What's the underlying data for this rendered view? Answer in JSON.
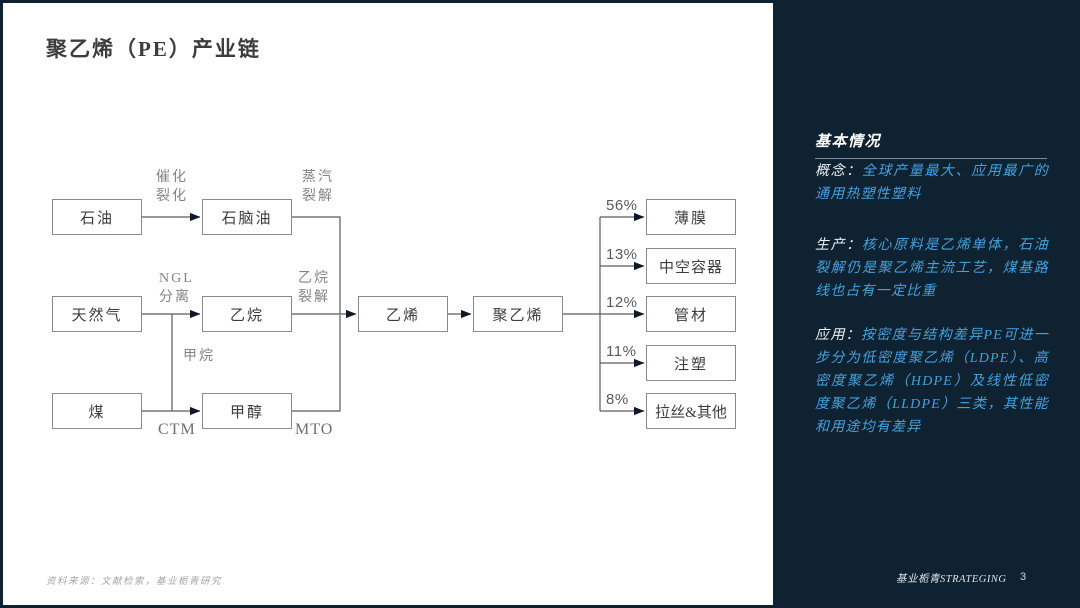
{
  "colors": {
    "navy": "#0e2231",
    "accent_blue": "#46a0dc"
  },
  "slide": {
    "title": "聚乙烯（PE）产业链",
    "source_note": "资料来源：文献检索，基业栀青研究",
    "footer_brand": "基业栀青STRATEGING",
    "page_number": "3"
  },
  "flowchart": {
    "nodes": {
      "petroleum": "石油",
      "naphtha": "石脑油",
      "natural_gas": "天然气",
      "ethane": "乙烷",
      "coal": "煤",
      "methanol": "甲醇",
      "ethylene": "乙烯",
      "polyethylene": "聚乙烯"
    },
    "edge_labels": {
      "catalytic_cracking": "催化\n裂化",
      "steam_cracking": "蒸汽\n裂解",
      "ngl_separation": "NGL\n分离",
      "ethane_cracking": "乙烷\n裂解",
      "methane": "甲烷",
      "ctm": "CTM",
      "mto": "MTO"
    },
    "outputs": [
      {
        "pct": "56%",
        "label": "薄膜"
      },
      {
        "pct": "13%",
        "label": "中空容器"
      },
      {
        "pct": "12%",
        "label": "管材"
      },
      {
        "pct": "11%",
        "label": "注塑"
      },
      {
        "pct": "8%",
        "label": "拉丝&其他"
      }
    ]
  },
  "sidebar": {
    "heading": "基本情况",
    "sections": [
      {
        "label": "概念：",
        "text": "全球产量最大、应用最广的通用热塑性塑料"
      },
      {
        "label": "生产：",
        "text": "核心原料是乙烯单体，石油裂解仍是聚乙烯主流工艺，煤基路线也占有一定比重"
      },
      {
        "label": "应用：",
        "text": "按密度与结构差异PE可进一步分为低密度聚乙烯（LDPE）、高密度聚乙烯（HDPE）及线性低密度聚乙烯（LLDPE）三类，其性能和用途均有差异"
      }
    ]
  }
}
